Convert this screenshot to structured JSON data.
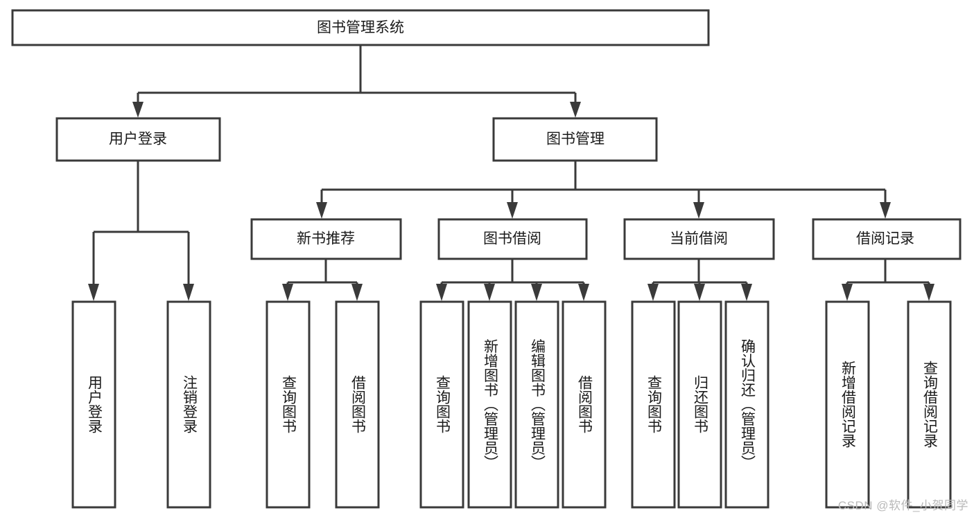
{
  "diagram": {
    "title": "图书管理系统",
    "type": "hierarchy-tree",
    "watermark": "CSDN @软件_小贺同学",
    "colors": {
      "stroke": "#3a3a3a",
      "fill": "#ffffff",
      "text": "#1a1a1a",
      "watermark": "#b9b9b9"
    },
    "root": {
      "label": "图书管理系统"
    },
    "level2": [
      {
        "label": "用户登录"
      },
      {
        "label": "图书管理"
      }
    ],
    "level3": [
      {
        "label": "新书推荐"
      },
      {
        "label": "图书借阅"
      },
      {
        "label": "当前借阅"
      },
      {
        "label": "借阅记录"
      }
    ],
    "leaves": {
      "user_login": [
        {
          "label": "用户登录"
        },
        {
          "label": "注销登录"
        }
      ],
      "new_book_recommend": [
        {
          "label": "查询图书"
        },
        {
          "label": "借阅图书"
        }
      ],
      "book_borrow": [
        {
          "label": "查询图书"
        },
        {
          "label": "新增图书（管理员）"
        },
        {
          "label": "编辑图书（管理员）"
        },
        {
          "label": "借阅图书"
        }
      ],
      "current_borrow": [
        {
          "label": "查询图书"
        },
        {
          "label": "归还图书"
        },
        {
          "label": "确认归还（管理员）"
        }
      ],
      "borrow_record": [
        {
          "label": "新增借阅记录"
        },
        {
          "label": "查询借阅记录"
        }
      ]
    }
  }
}
